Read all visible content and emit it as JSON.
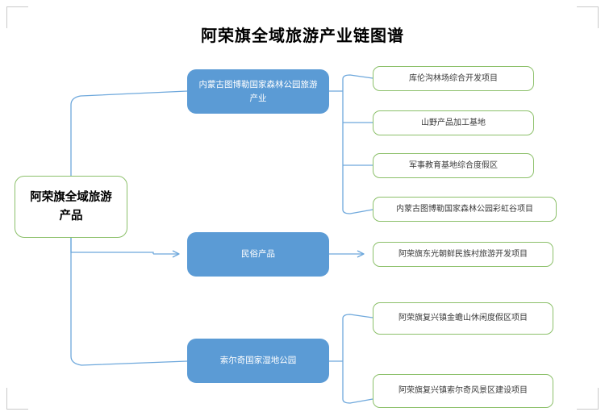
{
  "page": {
    "title": "阿荣旗全域旅游产业链图谱",
    "background_color": "#ffffff"
  },
  "colors": {
    "branch_fill": "#5b9bd5",
    "branch_text": "#ffffff",
    "leaf_border": "#8cc06a",
    "leaf_text": "#3a3a3a",
    "root_border": "#8cc06a",
    "root_text": "#000000",
    "connector": "#6ea8dc",
    "corner_mark": "#c9c9c9"
  },
  "diagram": {
    "type": "tree",
    "orientation": "left-to-right",
    "root": {
      "label": "阿荣旗全域旅游产品",
      "line1": "阿荣旗全域旅游",
      "line2": "产品"
    },
    "branches": [
      {
        "id": "forest-park",
        "label": "内蒙古图博勒国家森林公园旅游产业",
        "leaves": [
          {
            "id": "kulungou",
            "label": "库伦沟林场综合开发项目"
          },
          {
            "id": "shanye",
            "label": "山野产品加工基地"
          },
          {
            "id": "junshi",
            "label": "军事教育基地综合度假区"
          },
          {
            "id": "caihonggu",
            "label": "内蒙古图博勒国家森林公园彩虹谷项目"
          }
        ]
      },
      {
        "id": "folk-products",
        "label": "民俗产品",
        "leaves": [
          {
            "id": "dongguang",
            "label": "阿荣旗东光朝鲜民族村旅游开发项目"
          }
        ]
      },
      {
        "id": "suoerqi-wetland",
        "label": "索尔奇国家湿地公园",
        "leaves": [
          {
            "id": "jinchanshan",
            "label": "阿荣旗复兴镇金蟾山休闲度假区项目"
          },
          {
            "id": "suoerqi-scenic",
            "label": "阿荣旗复兴镇索尔奇风景区建设项目"
          }
        ]
      }
    ]
  }
}
